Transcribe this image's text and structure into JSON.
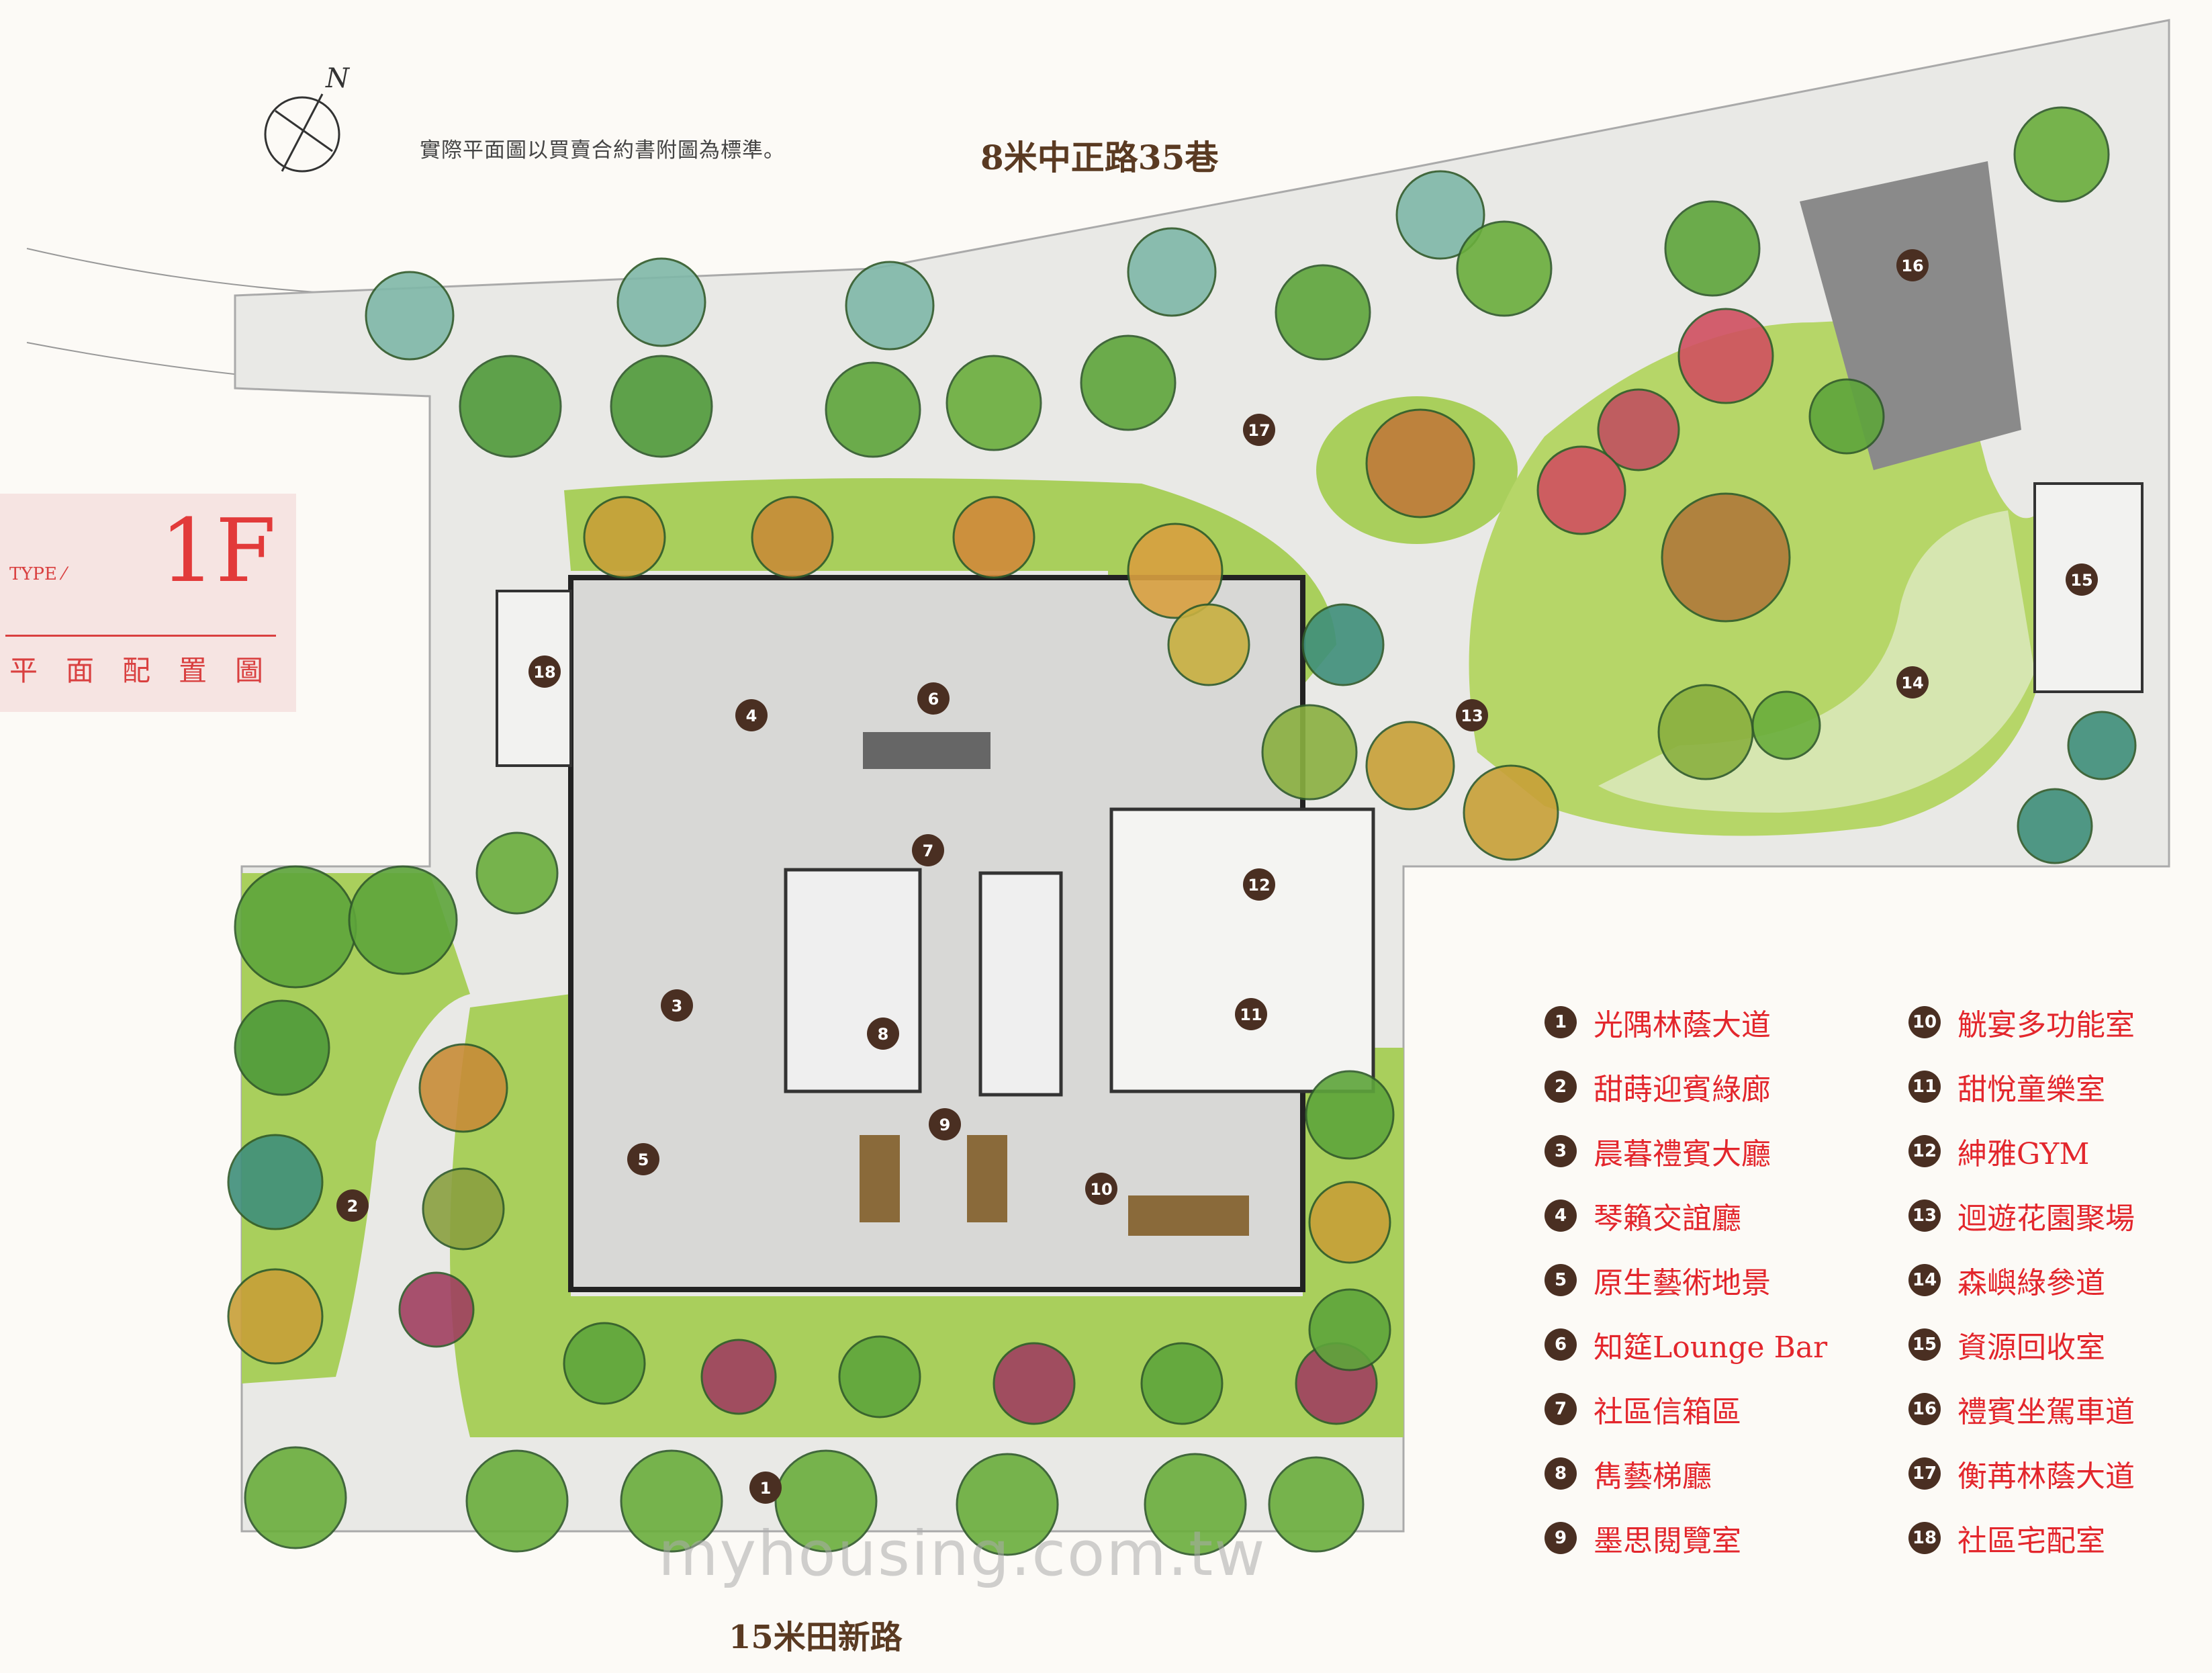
{
  "header": {
    "compass_label": "N",
    "disclaimer": "實際平面圖以買賣合約書附圖為標準。",
    "road_top": "8米中正路35巷",
    "road_bottom": "15米田新路"
  },
  "type_box": {
    "type_label": "TYPE ⁄",
    "floor": "1F",
    "title": "平面配置圖"
  },
  "markers": [
    "1",
    "2",
    "3",
    "4",
    "5",
    "6",
    "7",
    "8",
    "9",
    "10",
    "11",
    "12",
    "13",
    "14",
    "15",
    "16",
    "17",
    "18"
  ],
  "legend": [
    {
      "num": "1",
      "label": "光隅林蔭大道"
    },
    {
      "num": "2",
      "label": "甜蒔迎賓綠廊"
    },
    {
      "num": "3",
      "label": "晨暮禮賓大廳"
    },
    {
      "num": "4",
      "label": "琴籟交誼廳"
    },
    {
      "num": "5",
      "label": "原生藝術地景"
    },
    {
      "num": "6",
      "label": "知筵Lounge Bar"
    },
    {
      "num": "7",
      "label": "社區信箱區"
    },
    {
      "num": "8",
      "label": "雋藝梯廳"
    },
    {
      "num": "9",
      "label": "墨思閱覽室"
    },
    {
      "num": "10",
      "label": "觥宴多功能室"
    },
    {
      "num": "11",
      "label": "甜悅童樂室"
    },
    {
      "num": "12",
      "label": "紳雅GYM"
    },
    {
      "num": "13",
      "label": "迴遊花園聚場"
    },
    {
      "num": "14",
      "label": "森嶼綠參道"
    },
    {
      "num": "15",
      "label": "資源回收室"
    },
    {
      "num": "16",
      "label": "禮賓坐駕車道"
    },
    {
      "num": "17",
      "label": "衡苒林蔭大道"
    },
    {
      "num": "18",
      "label": "社區宅配室"
    }
  ],
  "watermark": "myhousing.com.tw",
  "colors": {
    "legend_text": "#e3262c",
    "marker": "#4a2f22",
    "accent": "#d94040"
  }
}
